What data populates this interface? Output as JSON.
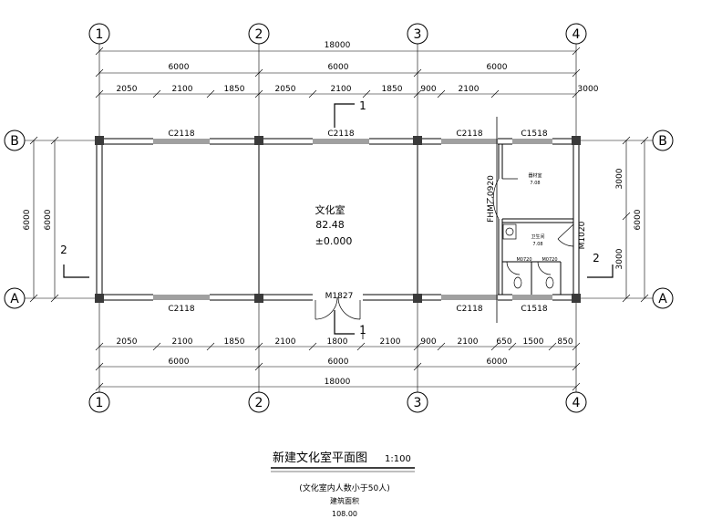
{
  "axes": {
    "numbered": [
      "1",
      "2",
      "3",
      "4"
    ],
    "lettered": [
      "A",
      "B"
    ]
  },
  "dimensions": {
    "overall": "18000",
    "bays": [
      "6000",
      "6000",
      "6000"
    ],
    "top_detail": [
      "2050",
      "2100",
      "1850",
      "2050",
      "2100",
      "1850",
      "900",
      "2100",
      "3000"
    ],
    "bottom_detail": [
      "2050",
      "2100",
      "1850",
      "2100",
      "1800",
      "2100",
      "900",
      "2100",
      "650",
      "1500",
      "850"
    ],
    "left_outer": "6000",
    "left_inner": "6000",
    "right_upper": "3000",
    "right_lower": "3000",
    "right_total": "6000"
  },
  "windows": {
    "top": [
      "C2118",
      "C2118",
      "C2118",
      "C1518"
    ],
    "bottom": [
      "C2118",
      "C2118",
      "C1518"
    ]
  },
  "doors": {
    "main": "M1827",
    "fire": "FHM乙0920",
    "toilet": "M1020",
    "stall_1": "M0720",
    "stall_2": "M0720"
  },
  "rooms": {
    "main_name": "文化室",
    "main_area": "82.48",
    "elevation": "±0.000",
    "store_name": "器材室",
    "store_area": "7.08",
    "wc_name": "卫生间",
    "wc_area": "7.08"
  },
  "sections": {
    "cut_1": "1",
    "cut_2": "2"
  },
  "title": {
    "main": "新建文化室平面图",
    "scale": "1:100",
    "note": "(文化室内人数小于50人)",
    "area_label": "建筑面积",
    "area_value": "108.00"
  }
}
